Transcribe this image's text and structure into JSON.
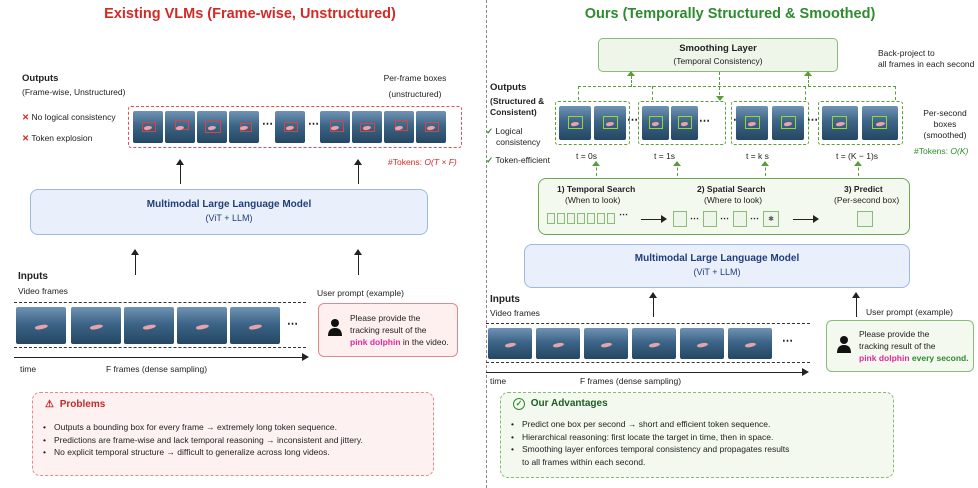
{
  "left": {
    "title": "Existing VLMs (Frame-wise, Unstructured)",
    "outputs_title": "Outputs",
    "outputs_sub": "(Frame-wise, Unstructured)",
    "no_logic": "No logical consistency",
    "token_explosion": "Token explosion",
    "per_frame_1": "Per-frame boxes",
    "per_frame_2": "(unstructured)",
    "tokens_label": "#Tokens: ",
    "tokens_formula": "O(T × F)",
    "model_name": "Multimodal Large Language Model",
    "model_sub": "(ViT + LLM)",
    "inputs_title": "Inputs",
    "video_frames": "Video frames",
    "time_label": "time",
    "f_frames": "F frames (dense sampling)",
    "prompt_title": "User prompt (example)",
    "prompt_1": "Please provide the",
    "prompt_2": "tracking result of the",
    "prompt_highlight": "pink dolphin",
    "prompt_3": " in the video.",
    "problems_title": "Problems",
    "problems": [
      "Outputs a bounding box for every frame → extremely long token sequence.",
      "Predictions are frame-wise and lack temporal reasoning → inconsistent and jittery.",
      "No explicit temporal structure → difficult to generalize across long videos."
    ]
  },
  "right": {
    "title": "Ours (Temporally Structured & Smoothed)",
    "smoothing_title": "Smoothing Layer",
    "smoothing_sub": "(Temporal Consistency)",
    "backproject_1": "Back-project to",
    "backproject_2": "all frames in each second",
    "outputs_title": "Outputs",
    "outputs_sub1": "(Structured &",
    "outputs_sub2": "Consistent)",
    "logical_1": "Logical",
    "logical_2": "consistency",
    "token_eff": "Token-efficient",
    "per_second_1": "Per-second boxes",
    "per_second_2": "(smoothed)",
    "tokens_label": "#Tokens: ",
    "tokens_formula": "O(K)",
    "t_labels": [
      "t = 0s",
      "t = 1s",
      "t = k s",
      "t = (K − 1)s"
    ],
    "step1_title": "1) Temporal Search",
    "step1_sub": "(When to look)",
    "step2_title": "2) Spatial Search",
    "step2_sub": "(Where to look)",
    "step3_title": "3) Predict",
    "step3_sub": "(Per-second box)",
    "model_name": "Multimodal Large Language Model",
    "model_sub": "(ViT + LLM)",
    "inputs_title": "Inputs",
    "video_frames": "Video frames",
    "time_label": "time",
    "f_frames": "F frames (dense sampling)",
    "prompt_title": "User prompt (example)",
    "prompt_1": "Please provide the",
    "prompt_2": "tracking result of the",
    "prompt_highlight": "pink dolphin",
    "prompt_3": " every second.",
    "adv_title": "Our Advantages",
    "advantages": [
      "Predict one box per second → short and efficient token sequence.",
      "Hierarchical reasoning: first locate the target in time, then in space.",
      "Smoothing layer enforces temporal consistency and propagates results",
      "to all frames within each second."
    ]
  },
  "colors": {
    "red": "#d42a25",
    "green": "#2e8b2e",
    "blue": "#1f3e7a",
    "pink": "#e0289a"
  },
  "icons": [
    "x-mark-icon",
    "check-icon",
    "warning-icon",
    "check-circle-icon",
    "user-icon",
    "dolphin-frame-image"
  ]
}
